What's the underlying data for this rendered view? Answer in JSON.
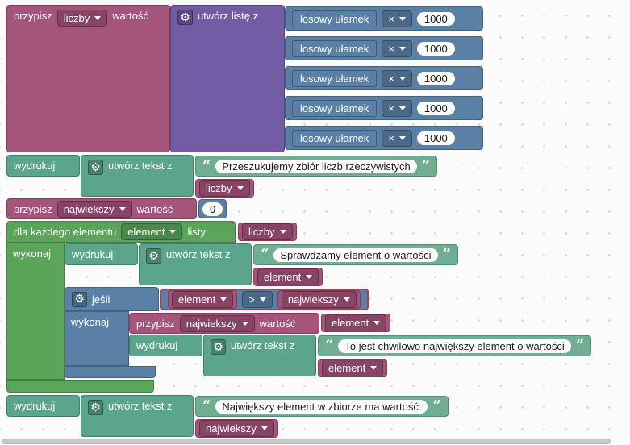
{
  "icons": {
    "gear": "⚙",
    "quote_open": "“",
    "quote_close": "”"
  },
  "stack1": {
    "set": {
      "keyword": "przypisz",
      "variable": "liczby",
      "suffix": "wartość"
    },
    "list": {
      "label": "utwórz listę z"
    },
    "rows": [
      {
        "fn": "losowy ułamek",
        "op": "×",
        "value": "1000"
      },
      {
        "fn": "losowy ułamek",
        "op": "×",
        "value": "1000"
      },
      {
        "fn": "losowy ułamek",
        "op": "×",
        "value": "1000"
      },
      {
        "fn": "losowy ułamek",
        "op": "×",
        "value": "1000"
      },
      {
        "fn": "losowy ułamek",
        "op": "×",
        "value": "1000"
      }
    ]
  },
  "stack2": {
    "print": "wydrukuj",
    "join": "utwórz tekst z",
    "text": "Przeszukujemy zbiór liczb rzeczywistych",
    "variable": "liczby"
  },
  "stack3": {
    "keyword": "przypisz",
    "variable": "najwiekszy",
    "suffix": "wartość",
    "value": "0"
  },
  "stack4": {
    "foreach": {
      "prefix": "dla każdego elementu",
      "variable": "element",
      "middle": "listy",
      "list_variable": "liczby",
      "do_label": "wykonaj"
    },
    "print1": {
      "print": "wydrukuj",
      "join": "utwórz tekst z",
      "text": "Sprawdzamy element o wartości",
      "variable": "element"
    },
    "if_block": {
      "keyword": "jeśli",
      "do_label": "wykonaj"
    },
    "compare": {
      "left": "element",
      "op": ">",
      "right": "najwiekszy"
    },
    "set_inner": {
      "keyword": "przypisz",
      "variable": "najwiekszy",
      "suffix": "wartość",
      "value_variable": "element"
    },
    "print2": {
      "print": "wydrukuj",
      "join": "utwórz tekst z",
      "text": "To jest chwilowo największy element o wartości",
      "variable": "element"
    }
  },
  "stack5": {
    "print": "wydrukuj",
    "join": "utwórz tekst z",
    "text": "Największy element w zbiorze ma wartość:",
    "variable": "najwiekszy"
  }
}
